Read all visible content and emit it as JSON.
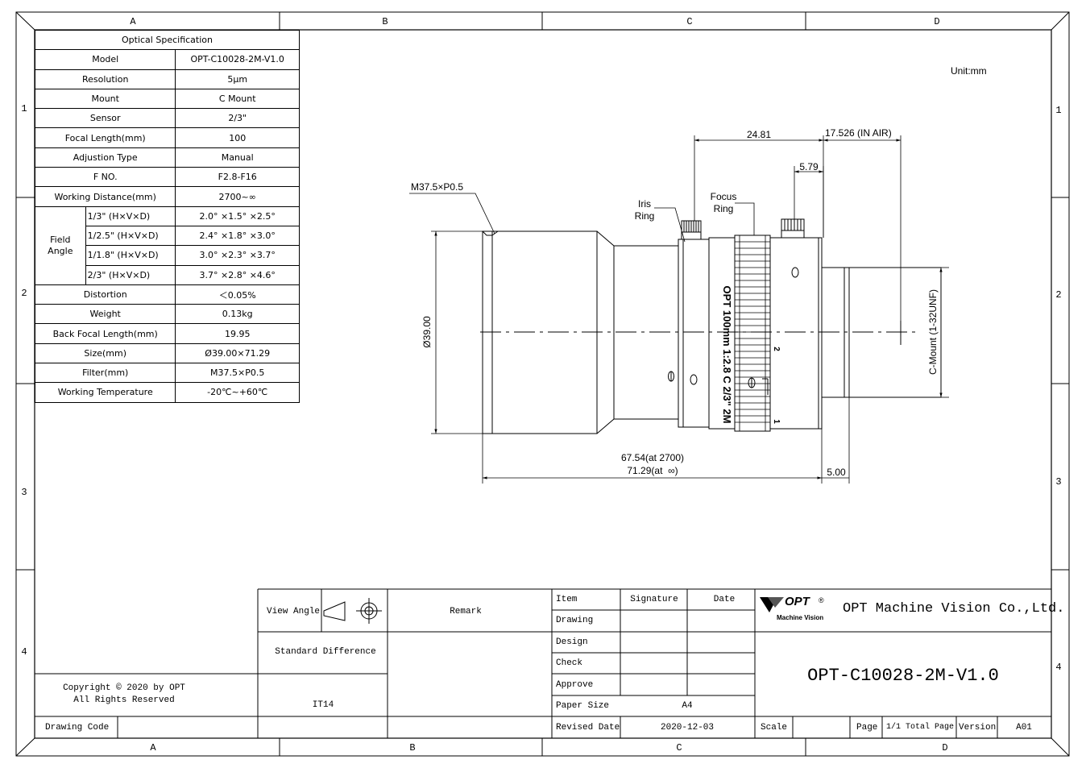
{
  "frame": {
    "col_labels": [
      "A",
      "B",
      "C",
      "D"
    ],
    "row_labels": [
      "1",
      "2",
      "3",
      "4"
    ]
  },
  "unit": "Unit:mm",
  "spec_table": {
    "title": "Optical Specification",
    "rows": [
      {
        "label": "Model",
        "value": "OPT-C10028-2M-V1.0"
      },
      {
        "label": "Resolution",
        "value": "5μm"
      },
      {
        "label": "Mount",
        "value": "C Mount"
      },
      {
        "label": "Sensor",
        "value": "2/3\""
      },
      {
        "label": "Focal Length(mm)",
        "value": "100"
      },
      {
        "label": "Adjustion Type",
        "value": "Manual"
      },
      {
        "label": "F NO.",
        "value": "F2.8-F16"
      },
      {
        "label": "Working Distance(mm)",
        "value": "2700~∞"
      }
    ],
    "field_angle_label": "Field Angle",
    "field_angle_rows": [
      {
        "sensor": "1/3\" (H×V×D)",
        "value": "2.0° ×1.5° ×2.5°"
      },
      {
        "sensor": "1/2.5\" (H×V×D)",
        "value": "2.4° ×1.8° ×3.0°"
      },
      {
        "sensor": "1/1.8\" (H×V×D)",
        "value": "3.0° ×2.3° ×3.7°"
      },
      {
        "sensor": "2/3\" (H×V×D)",
        "value": "3.7° ×2.8° ×4.6°"
      }
    ],
    "rows_after": [
      {
        "label": "Distortion",
        "value": "＜0.05%"
      },
      {
        "label": "Weight",
        "value": "0.13kg"
      },
      {
        "label": "Back Focal Length(mm)",
        "value": "19.95"
      },
      {
        "label": "Size(mm)",
        "value": "Ø39.00×71.29"
      },
      {
        "label": "Filter(mm)",
        "value": "M37.5×P0.5"
      },
      {
        "label": "Working Temperature",
        "value": "-20℃~+60℃"
      }
    ]
  },
  "drawing": {
    "thread_label": "M37.5×P0.5",
    "iris_ring_label": [
      "Iris",
      "Ring"
    ],
    "focus_ring_label": [
      "Focus",
      "Ring"
    ],
    "dim_24_81": "24.81",
    "dim_17_526": "17.526 (IN AIR)",
    "dim_5_79": "5.79",
    "dim_diameter": "Ø39.00",
    "dim_cmount": "C-Mount (1-32UNF)",
    "dim_length_near": "67.54(at 2700)",
    "dim_length_inf": "71.29(at  ∞)",
    "dim_5_00": "5.00",
    "lens_text": "OPT 100mm 1:2.8 C 2/3\" 2M",
    "focus_marks": [
      "2",
      "1"
    ]
  },
  "title_block": {
    "view_angle": "View Angle",
    "remark": "Remark",
    "standard_difference": "Standard Difference",
    "tolerance": "IT14",
    "copyright_line1": "Copyright © 2020 by OPT",
    "copyright_line2": "All Rights Reserved",
    "drawing_code": "Drawing Code",
    "item": "Item",
    "signature": "Signature",
    "date": "Date",
    "roles": [
      "Drawing",
      "Design",
      "Check",
      "Approve"
    ],
    "paper_size_label": "Paper Size",
    "paper_size": "A4",
    "revised_date_label": "Revised Date",
    "revised_date": "2020-12-03",
    "logo_text": "OPT",
    "logo_sub": "Machine Vision",
    "company": "OPT Machine Vision Co.,Ltd.",
    "part_number": "OPT-C10028-2M-V1.0",
    "scale": "Scale",
    "page": "Page",
    "total_page": "1/1 Total Page",
    "version_label": "Version",
    "version": "A01"
  }
}
